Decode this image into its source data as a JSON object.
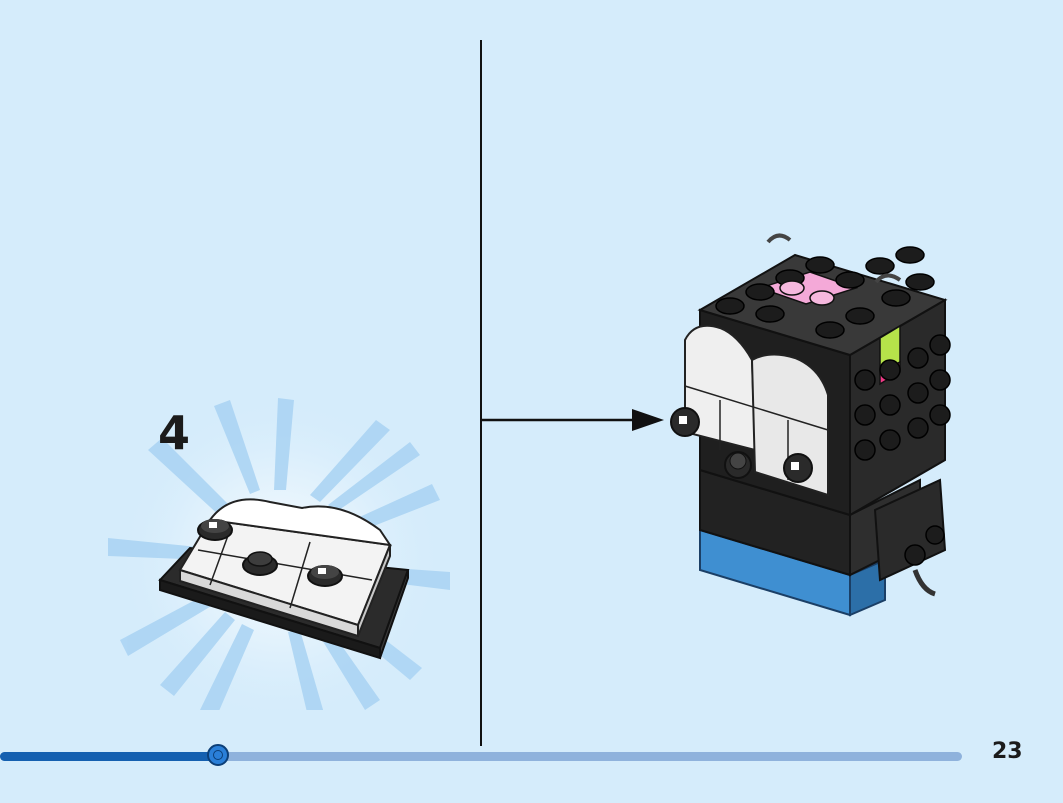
{
  "instruction": {
    "step_number": "4",
    "page_number": "23"
  },
  "progress": {
    "fraction": 0.227
  },
  "colors": {
    "background": "#d5ecfb",
    "progress_track": "#8fb2dc",
    "progress_fill": "#1560b0",
    "brick_black": "#1e1e1e",
    "brick_gray": "#9a9a9a",
    "brick_white": "#f2f2f2",
    "brick_pink": "#f4a9d8",
    "brick_lime": "#b6e34a",
    "brick_magenta": "#ee3a86",
    "brick_blue": "#3f8fd1"
  }
}
